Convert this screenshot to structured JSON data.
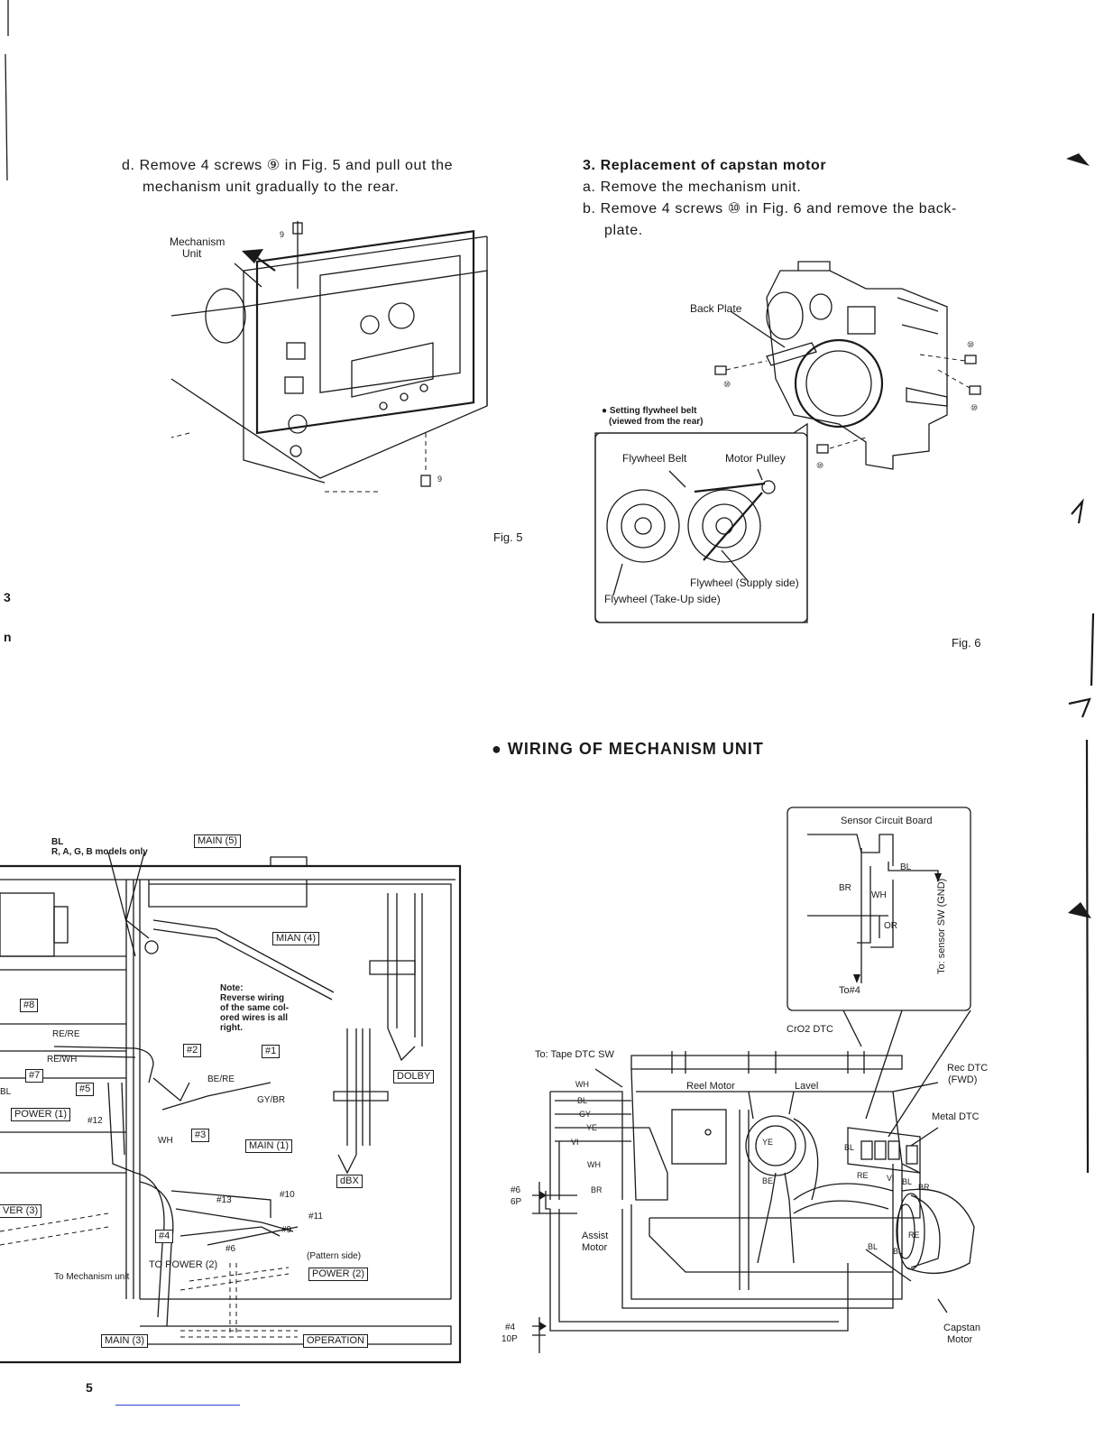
{
  "left_col": {
    "step_d_line1": "d. Remove 4 screws",
    "step_d_screw": "⑨",
    "step_d_line1b": "in Fig. 5 and pull out the",
    "step_d_line2": "mechanism unit gradually to the rear."
  },
  "fig5": {
    "label_mech_line1": "Mechanism",
    "label_mech_line2": "Unit",
    "screw_top": "9",
    "screw_bottom": "9",
    "caption": "Fig. 5"
  },
  "right_col": {
    "heading": "3. Replacement of capstan motor",
    "step_a": "a. Remove the mechanism unit.",
    "step_b_line1a": "b. Remove 4 screws",
    "step_b_screw": "⑩",
    "step_b_line1b": "in Fig. 6 and remove the back-",
    "step_b_line2": "plate."
  },
  "fig6": {
    "back_plate": "Back Plate",
    "screw_labels": [
      "⑩",
      "⑩",
      "⑩",
      "⑩"
    ],
    "setting_line1": "● Setting flywheel belt",
    "setting_line2": "(viewed from the rear)",
    "flywheel_belt": "Flywheel Belt",
    "motor_pulley": "Motor Pulley",
    "flywheel_supply": "Flywheel (Supply side)",
    "flywheel_takeup": "Flywheel (Take-Up side)",
    "caption": "Fig. 6"
  },
  "margin": {
    "char1": "3",
    "char2": "n"
  },
  "wiring_heading": "● WIRING OF MECHANISM UNIT",
  "wiring_left": {
    "bl_note_line1": "BL",
    "bl_note_line2": "R, A, G, B models only",
    "main5": "MAIN (5)",
    "mian4": "MIAN (4)",
    "note_lines": [
      "Note:",
      "Reverse wiring",
      "of the same col-",
      "ored wires is all",
      "right."
    ],
    "n8": "#8",
    "re_re": "RE/RE",
    "re_wh": "RE/WH",
    "n7": "#7",
    "bl": "BL",
    "n5": "#5",
    "power1": "POWER (1)",
    "n12": "#12",
    "n2": "#2",
    "be_re": "BE/RE",
    "n1": "#1",
    "gy_br": "GY/BR",
    "dolby": "DOLBY",
    "wh": "WH",
    "n3": "#3",
    "main1": "MAIN (1)",
    "dbx": "dBX",
    "power3": "VER (3)",
    "n13": "#13",
    "n10": "#10",
    "n11": "#11",
    "n9": "#9",
    "n4": "#4",
    "n6": "#6",
    "pattern_side": "(Pattern side)",
    "to_power2": "TO POWER (2)",
    "power2": "POWER (2)",
    "to_mech": "To Mechanism unit",
    "main3": "MAIN (3)",
    "operation": "OPERATION"
  },
  "wiring_right": {
    "sensor_board": "Sensor Circuit Board",
    "bl": "BL",
    "br": "BR",
    "wh": "WH",
    "or": "OR",
    "to_sensor": "To: sensor SW (GND)",
    "to4": "To#4",
    "cro2": "CrO2 DTC",
    "to_tape": "To: Tape DTC SW",
    "rec_dtc_line1": "Rec DTC",
    "rec_dtc_line2": "(FWD)",
    "metal_dtc": "Metal DTC",
    "reel_motor": "Reel Motor",
    "lavel": "Lavel",
    "w_wh": "WH",
    "w_bl": "BL",
    "w_gy": "GY",
    "w_ye": "YE",
    "w_vi": "VI",
    "ye": "YE",
    "be": "BE",
    "wh2": "WH",
    "br2": "BR",
    "bl_r": "BL",
    "re_r": "RE",
    "vi_r": "VI",
    "bl_r2": "BL",
    "br_r": "BR",
    "n6": "#6",
    "p6": "6P",
    "assist_line1": "Assist",
    "assist_line2": "Motor",
    "re_c": "RE",
    "bl_c": "BL",
    "bl_c2": "BL",
    "n4": "#4",
    "p10": "10P",
    "capstan_line1": "Capstan",
    "capstan_line2": "Motor"
  },
  "page_number": "5"
}
